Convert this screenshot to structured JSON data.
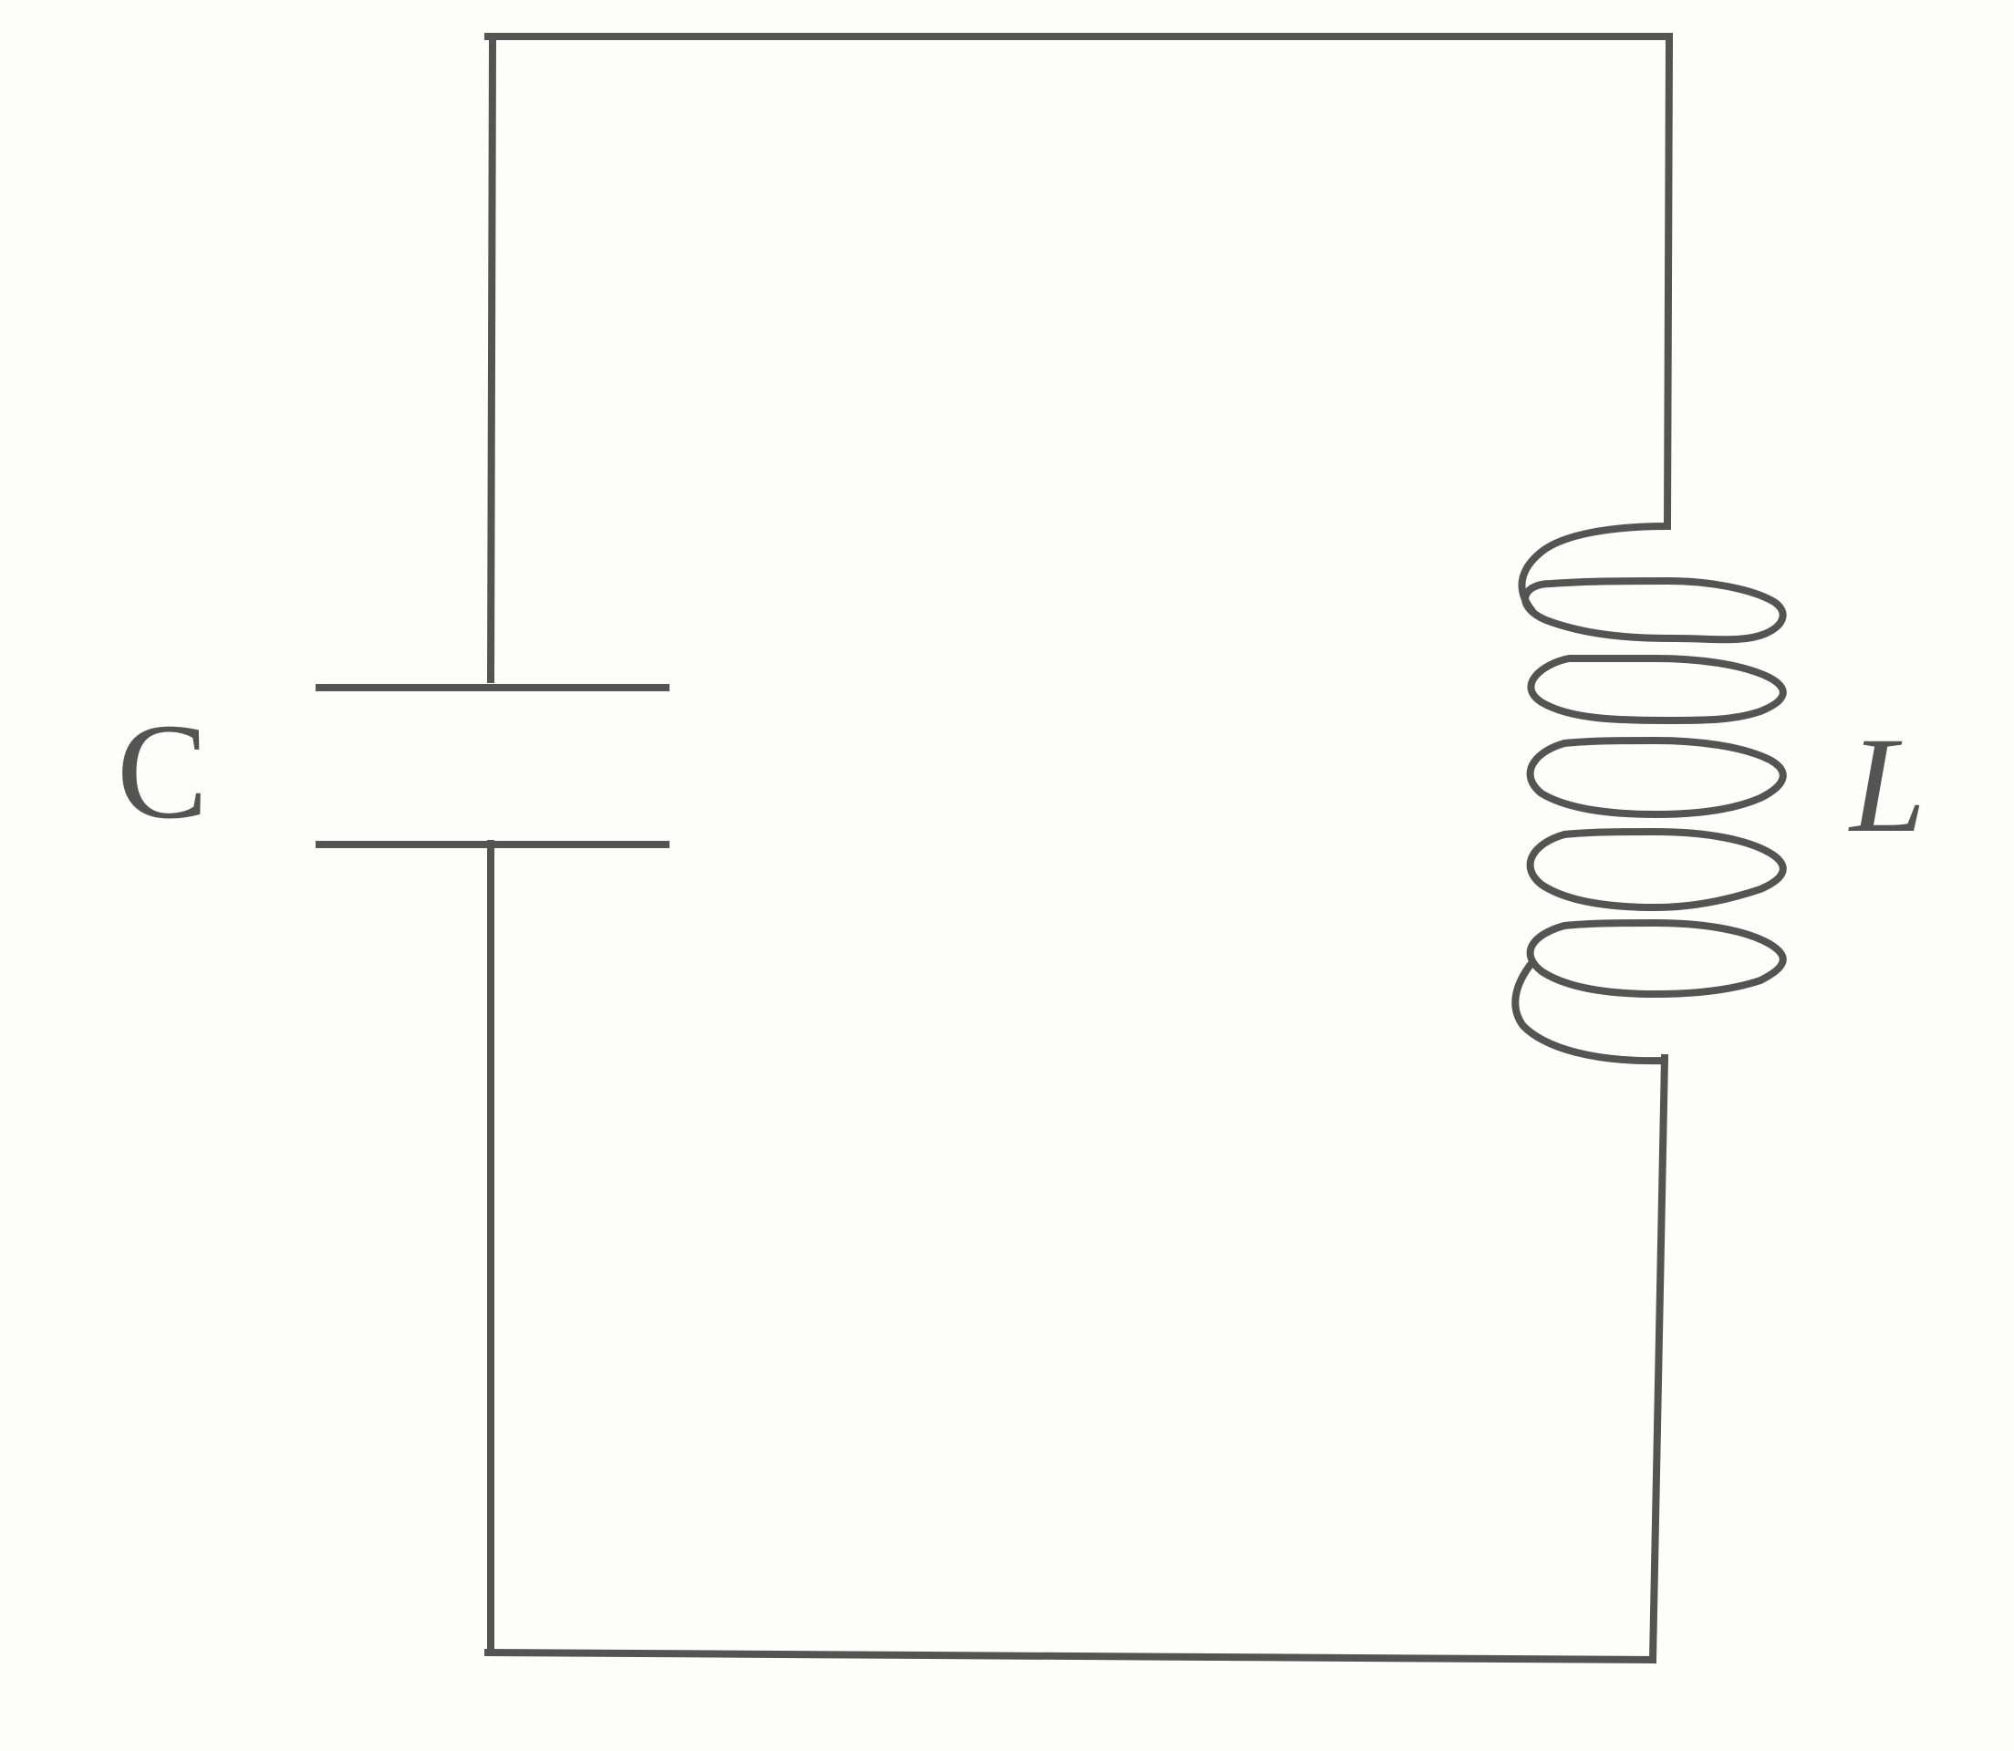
{
  "diagram": {
    "components": [
      {
        "id": "capacitor",
        "label": "C"
      },
      {
        "id": "inductor",
        "label": "L"
      }
    ],
    "colors": {
      "line": "#545454",
      "background": "#fdfdfb"
    }
  }
}
